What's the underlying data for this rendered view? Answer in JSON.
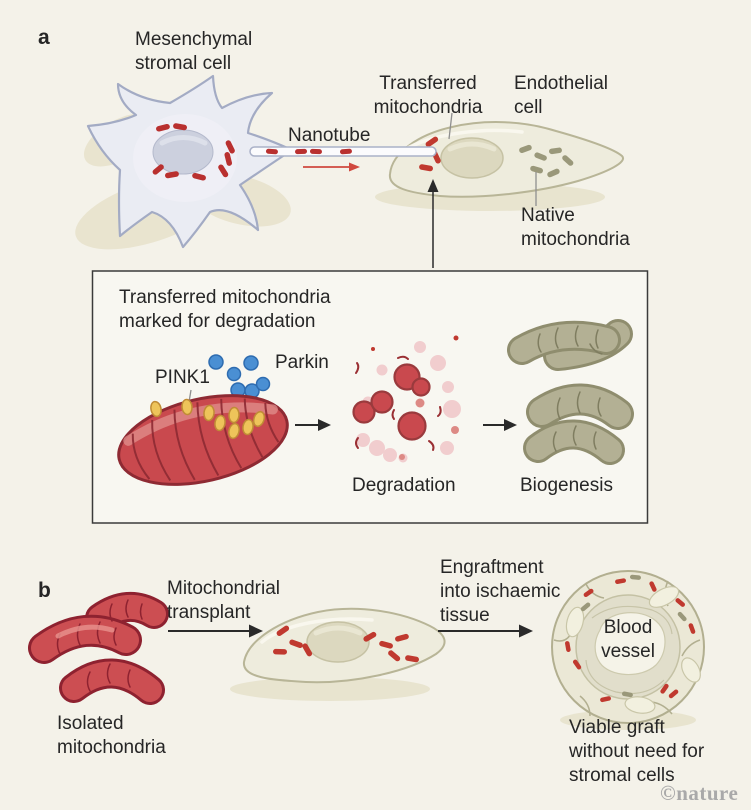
{
  "panel_a": {
    "label": "a",
    "mesenchymal_label": "Mesenchymal\nstromal cell",
    "nanotube_label": "Nanotube",
    "transferred_label": "Transferred\nmitochondria",
    "endothelial_label": "Endothelial\ncell",
    "native_label": "Native\nmitochondria"
  },
  "degradation_box": {
    "title": "Transferred mitochondria\nmarked for degradation",
    "pink1_label": "PINK1",
    "parkin_label": "Parkin",
    "degradation_label": "Degradation",
    "biogenesis_label": "Biogenesis"
  },
  "panel_b": {
    "label": "b",
    "isolated_label": "Isolated\nmitochondria",
    "transplant_label": "Mitochondrial\ntransplant",
    "engraftment_label": "Engraftment\ninto ischaemic\ntissue",
    "blood_vessel_label": "Blood\nvessel",
    "viable_graft_label": "Viable graft\nwithout need for\nstromal cells"
  },
  "watermark": "©nature",
  "colors": {
    "background": "#f4f2e9",
    "box_background": "#f8f7f1",
    "box_border": "#3b3b3b",
    "text": "#262626",
    "stromal_cell_fill": "#eaecf3",
    "stromal_cell_outline": "#a3abc4",
    "stromal_nucleus": "#ccd0de",
    "mitochondria_red": "#c9494e",
    "mitochondria_red_outline": "#8e2230",
    "endothelial_cell_fill": "#eeecdd",
    "endothelial_cell_outline": "#b8b597",
    "endothelial_nucleus": "#dcd8bf",
    "native_mitochondria_olive": "#9a987a",
    "parkin_blue": "#4a8fd3",
    "pink1_yellow": "#eec45a",
    "degradation_pink": "#f0c6c8",
    "arrow_black": "#2a2a2a",
    "arrow_red": "#d0493f",
    "shadow_beige": "#e7e2cc",
    "watermark_gray": "#a9a9a9"
  }
}
